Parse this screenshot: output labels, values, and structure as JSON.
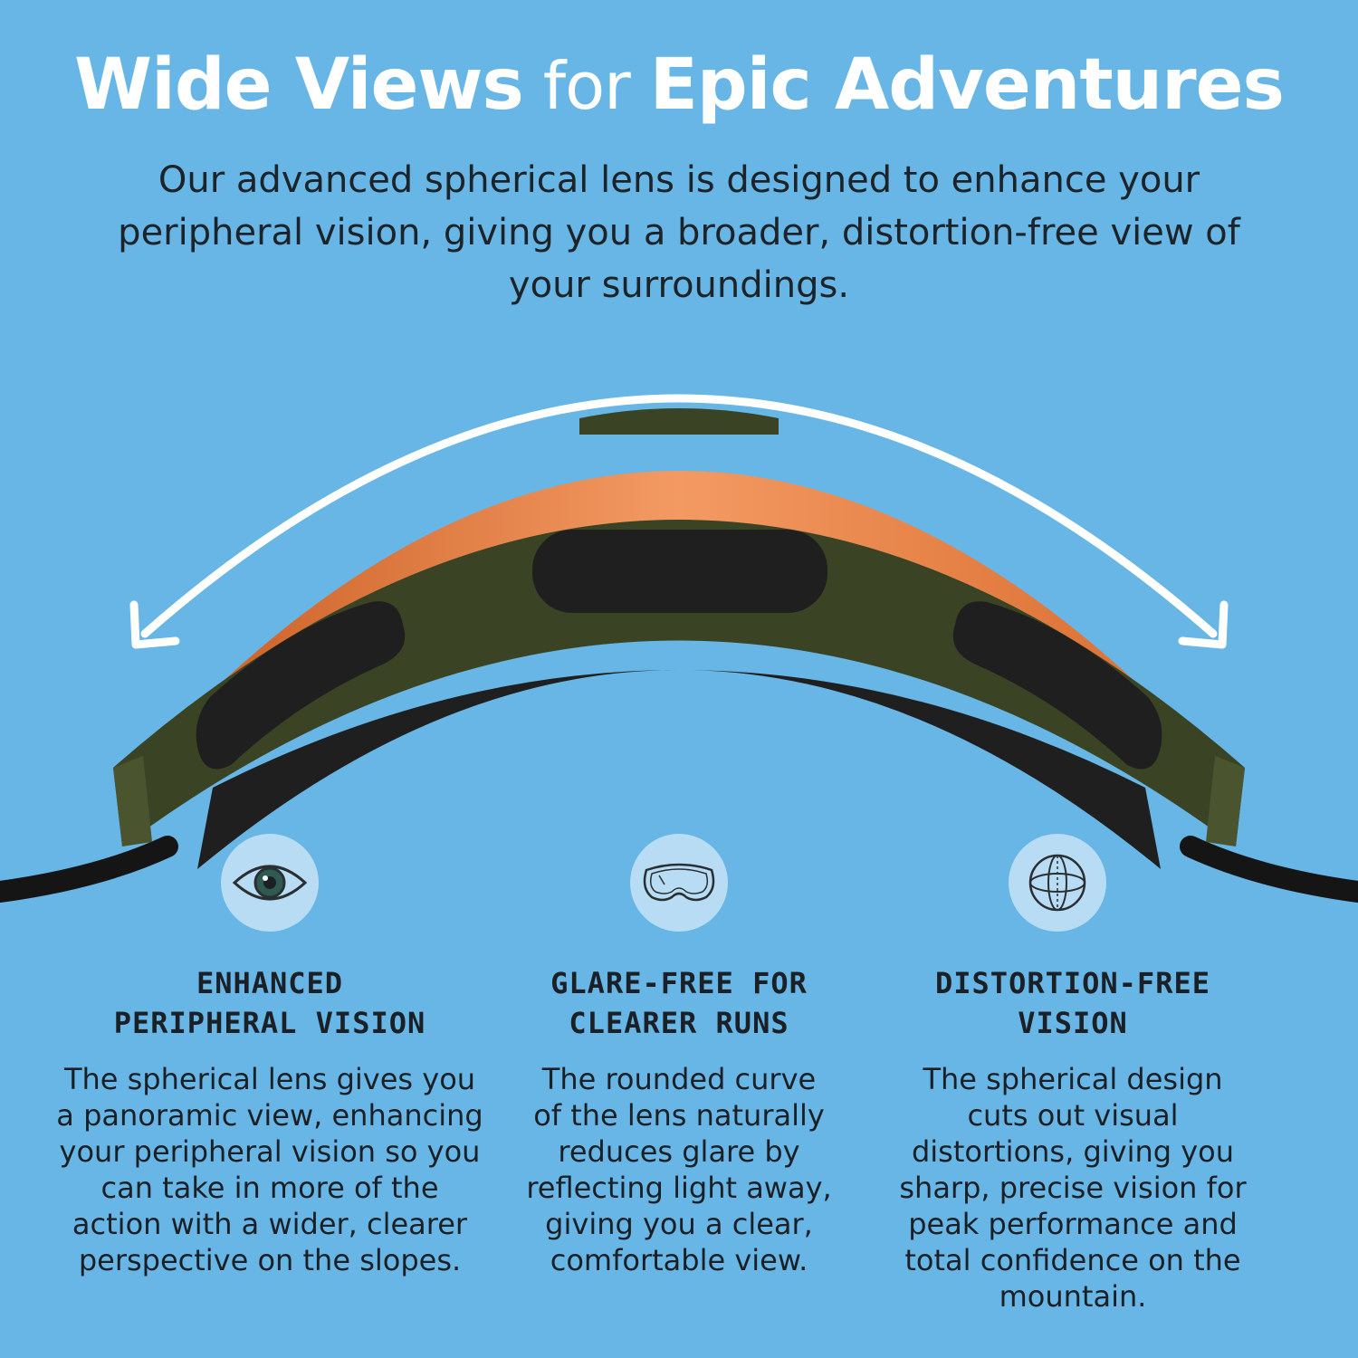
{
  "headline": {
    "part1": "Wide Views",
    "part2": " for ",
    "part3": "Epic Adventures"
  },
  "intro": "Our advanced spherical lens is designed to enhance your peripheral vision, giving you a broader, distortion-free view of your surroundings.",
  "colors": {
    "background": "#67b6e6",
    "lens_orange": "#e9834a",
    "frame_green": "#3a4324",
    "foam_black": "#1f1f1f",
    "text": "#1b2026",
    "white": "#ffffff"
  },
  "features": [
    {
      "icon": "eye-icon",
      "title": "ENHANCED\nPERIPHERAL VISION",
      "body": "The spherical lens gives you a panoramic view, enhancing your peripheral vision so you can take in more of the action with a wider, clearer perspective on the slopes."
    },
    {
      "icon": "goggles-icon",
      "title": "GLARE-FREE FOR\nCLEARER RUNS",
      "body": "The rounded curve of the lens naturally reduces glare by reflecting light away, giving you a clear, comfortable view."
    },
    {
      "icon": "sphere-icon",
      "title": "DISTORTION-FREE\nVISION",
      "body": "The spherical design cuts out visual distortions, giving you sharp, precise vision for peak performance and total confidence on the mountain."
    }
  ]
}
